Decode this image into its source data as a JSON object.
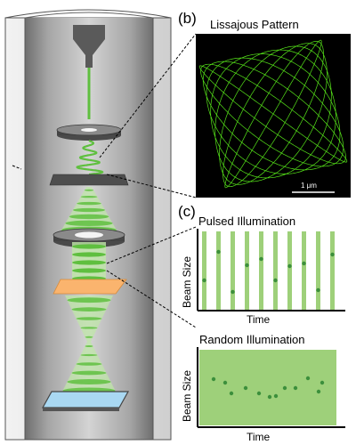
{
  "panel_b": {
    "letter": "(b)",
    "title": "Lissajous Pattern",
    "scale_bar_label": "1 μm",
    "pattern_color": "#5aee1a",
    "background_color": "#000000"
  },
  "panel_c": {
    "letter": "(c)",
    "pulsed": {
      "title": "Pulsed Illumination",
      "ylabel": "Beam Size",
      "xlabel": "Time",
      "stripe_color": "#9ed07a",
      "dot_color": "#3c8f3c"
    },
    "random": {
      "title": "Random Illumination",
      "ylabel": "Beam Size",
      "xlabel": "Time",
      "fill_color": "#9ed07a",
      "dot_color": "#3c8f3c"
    }
  },
  "microscope": {
    "beam_color": "#5fbf3f",
    "column_color": "#b4b4b4",
    "aperture_color": "#fab46e"
  }
}
